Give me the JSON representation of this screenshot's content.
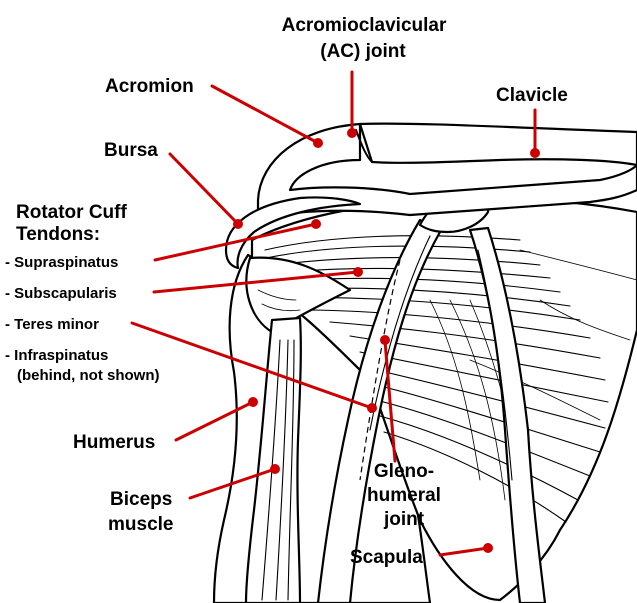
{
  "labels": {
    "ac_joint_line1": "Acromioclavicular",
    "ac_joint_line2": "(AC) joint",
    "acromion": "Acromion",
    "clavicle": "Clavicle",
    "bursa": "Bursa",
    "rotator_line1": "Rotator Cuff",
    "rotator_line2": "Tendons:",
    "supraspinatus": "- Supraspinatus",
    "subscapularis": "- Subscapularis",
    "teres_minor": "- Teres minor",
    "infraspinatus_line1": "- Infraspinatus",
    "infraspinatus_line2": "(behind, not shown)",
    "humerus": "Humerus",
    "biceps_line1": "Biceps",
    "biceps_line2": "muscle",
    "gleno_line1": "Gleno-",
    "gleno_line2": "humeral",
    "gleno_line3": "joint",
    "scapula": "Scapula"
  },
  "colors": {
    "leader": "#cc0000",
    "ink": "#000000",
    "background": "#ffffff"
  }
}
